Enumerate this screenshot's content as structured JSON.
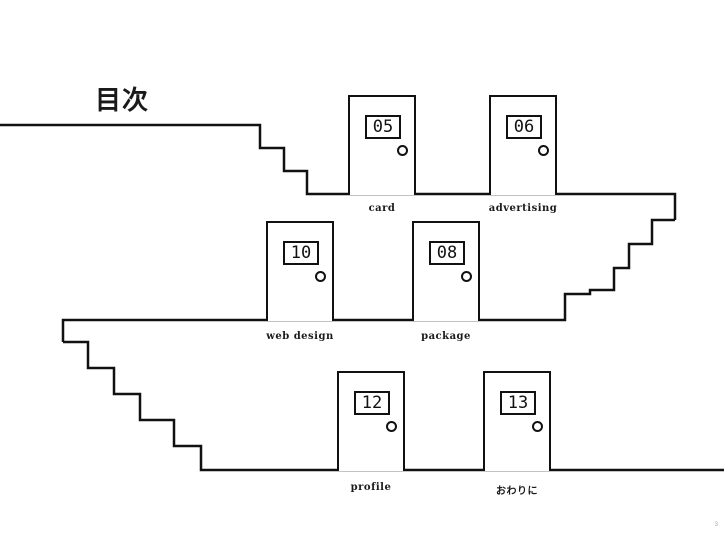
{
  "title": "目次",
  "page_number": "3",
  "doors": {
    "card": {
      "number": "05",
      "label": "card"
    },
    "advertising": {
      "number": "06",
      "label": "advertising"
    },
    "web_design": {
      "number": "10",
      "label": "web design"
    },
    "package": {
      "number": "08",
      "label": "package"
    },
    "profile": {
      "number": "12",
      "label": "profile"
    },
    "owarini": {
      "number": "13",
      "label": "おわりに"
    }
  }
}
